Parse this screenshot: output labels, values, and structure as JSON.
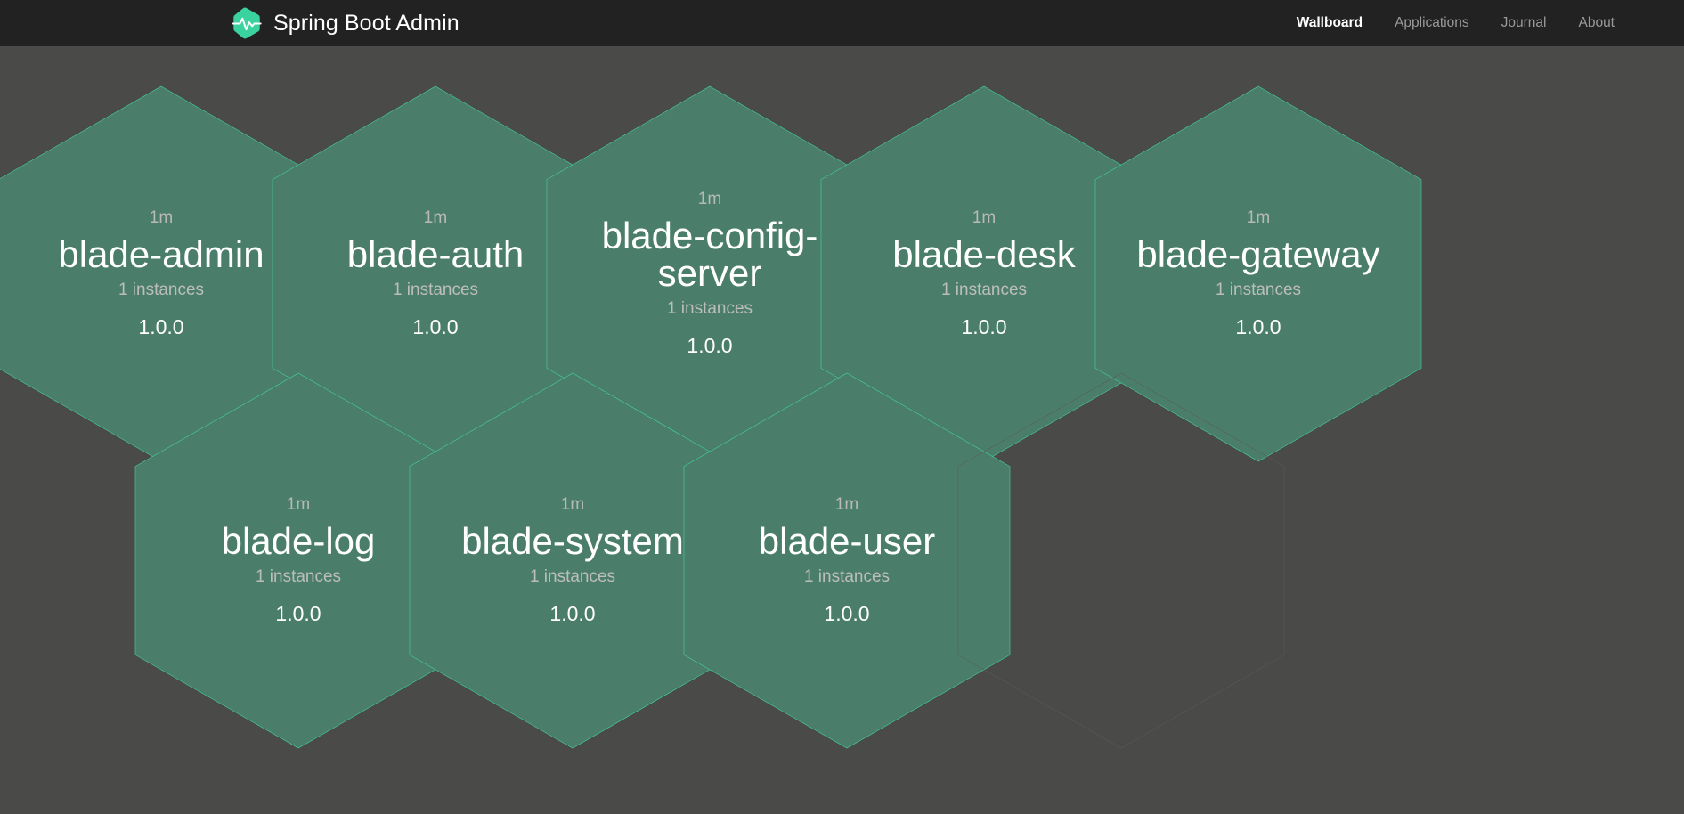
{
  "header": {
    "brand_title": "Spring Boot Admin",
    "logo_icon": "heartbeat-hexagon-logo",
    "logo_color": "#3ad29f",
    "nav": [
      {
        "label": "Wallboard",
        "active": true
      },
      {
        "label": "Applications",
        "active": false
      },
      {
        "label": "Journal",
        "active": false
      },
      {
        "label": "About",
        "active": false
      }
    ]
  },
  "theme": {
    "page_background": "#4a4a48",
    "navbar_background": "#222222",
    "hex_fill": "#4a7e6b",
    "hex_border": "#42d9a0",
    "hex_empty_border": "#5a5a58",
    "text_primary": "#ffffff",
    "text_muted": "#b9b9b9"
  },
  "wallboard": {
    "applications": [
      {
        "uptime": "1m",
        "name": "blade-admin",
        "instances": "1 instances",
        "version": "1.0.0",
        "status": "up"
      },
      {
        "uptime": "1m",
        "name": "blade-auth",
        "instances": "1 instances",
        "version": "1.0.0",
        "status": "up"
      },
      {
        "uptime": "1m",
        "name": "blade-config-server",
        "instances": "1 instances",
        "version": "1.0.0",
        "status": "up"
      },
      {
        "uptime": "1m",
        "name": "blade-desk",
        "instances": "1 instances",
        "version": "1.0.0",
        "status": "up"
      },
      {
        "uptime": "1m",
        "name": "blade-gateway",
        "instances": "1 instances",
        "version": "1.0.0",
        "status": "up"
      },
      {
        "uptime": "1m",
        "name": "blade-log",
        "instances": "1 instances",
        "version": "1.0.0",
        "status": "up"
      },
      {
        "uptime": "1m",
        "name": "blade-system",
        "instances": "1 instances",
        "version": "1.0.0",
        "status": "up"
      },
      {
        "uptime": "1m",
        "name": "blade-user",
        "instances": "1 instances",
        "version": "1.0.0",
        "status": "up"
      }
    ],
    "placeholder_count": 1
  }
}
